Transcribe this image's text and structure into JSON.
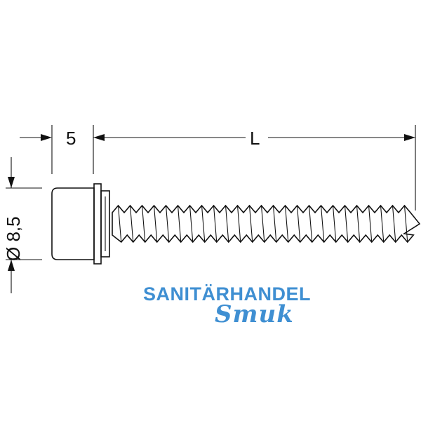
{
  "dimensions": {
    "head_height": "5",
    "length": "L",
    "diameter": "Ø 8,5"
  },
  "logo": {
    "line1": "SANITÄRHANDEL",
    "line2": "Smuk",
    "color": "#3f8fd2"
  },
  "drawing_color": "#111111"
}
